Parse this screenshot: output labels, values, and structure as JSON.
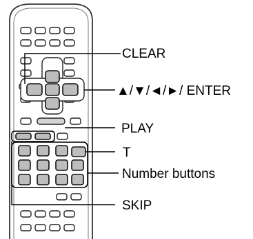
{
  "labels": {
    "clear": "CLEAR",
    "nav": "▲/▼/◄/►/ ENTER",
    "play": "PLAY",
    "t": "T",
    "number_buttons": "Number buttons",
    "skip": "SKIP"
  }
}
